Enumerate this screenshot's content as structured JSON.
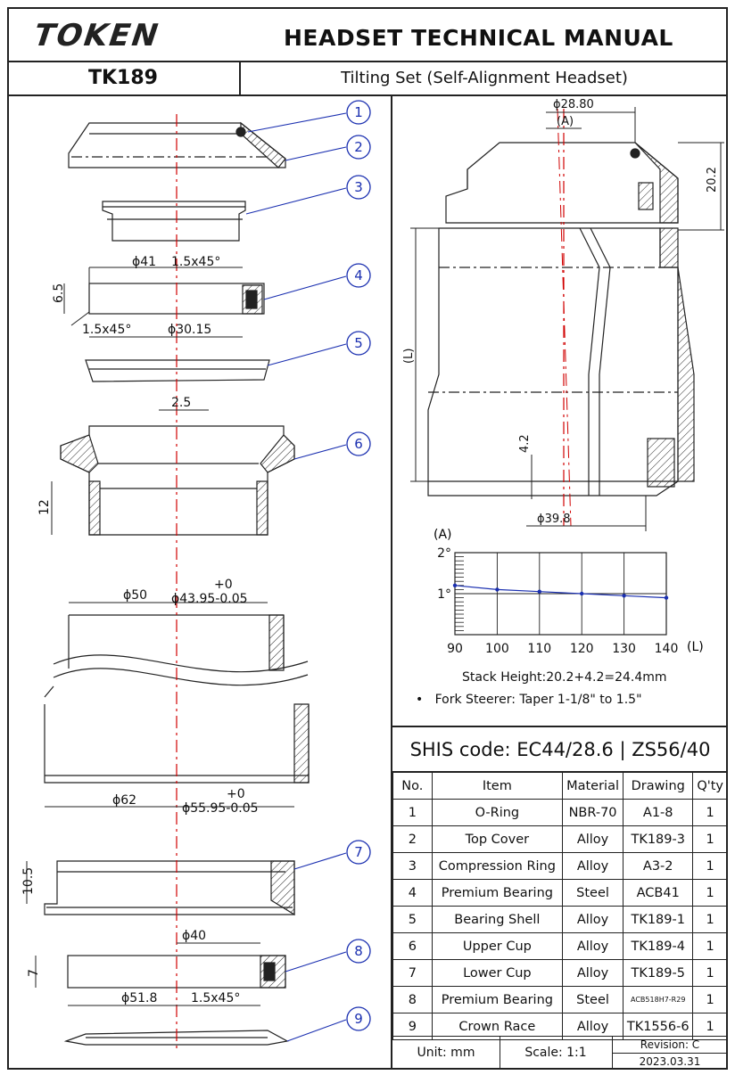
{
  "header": {
    "logo_text": "TOKEN",
    "title": "HEADSET TECHNICAL MANUAL",
    "model": "TK189",
    "description": "Tilting Set (Self-Alignment Headset)"
  },
  "left_drawing": {
    "callouts": [
      "1",
      "2",
      "3",
      "4",
      "5",
      "6",
      "7",
      "8",
      "9"
    ],
    "dims": {
      "d41": "ϕ41",
      "c1545a": "1.5x45°",
      "h65": "6.5",
      "c1545b": "1.5x45°",
      "d3015": "ϕ30.15",
      "w25": "2.5",
      "h12": "12",
      "d50": "ϕ50",
      "tol_top_a": "+0",
      "d4395": "ϕ43.95-0.05",
      "d62": "ϕ62",
      "tol_top_b": "+0",
      "d5595": "ϕ55.95-0.05",
      "h105": "10.5",
      "d40": "ϕ40",
      "h7": "7",
      "d518": "ϕ51.8",
      "c1545c": "1.5x45°"
    }
  },
  "right_drawing": {
    "d2880": "ϕ28.80",
    "a_label": "(A)",
    "h202": "20.2",
    "l_label": "(L)",
    "h42": "4.2",
    "d398": "ϕ39.8"
  },
  "chart_data": {
    "type": "line",
    "title": "",
    "ylabel": "(A)",
    "xlabel": "(L)",
    "x": [
      90,
      100,
      110,
      120,
      130,
      140
    ],
    "y": [
      1.2,
      1.1,
      1.05,
      1.0,
      0.95,
      0.9
    ],
    "xlim": [
      90,
      140
    ],
    "ylim": [
      0,
      2
    ],
    "yticks": [
      "1°",
      "2°"
    ],
    "xticks": [
      "90",
      "100",
      "110",
      "120",
      "130",
      "140"
    ],
    "series_color": "#1a2fb0",
    "grid": true
  },
  "notes": {
    "stack": "Stack Height:20.2+4.2=24.4mm",
    "fork": "Fork Steerer:  Taper 1-1/8\" to 1.5\""
  },
  "shis": "SHIS code: EC44/28.6 | ZS56/40",
  "table": {
    "headers": [
      "No.",
      "Item",
      "Material",
      "Drawing",
      "Q'ty"
    ],
    "rows": [
      [
        "1",
        "O-Ring",
        "NBR-70",
        "A1-8",
        "1"
      ],
      [
        "2",
        "Top Cover",
        "Alloy",
        "TK189-3",
        "1"
      ],
      [
        "3",
        "Compression Ring",
        "Alloy",
        "A3-2",
        "1"
      ],
      [
        "4",
        "Premium Bearing",
        "Steel",
        "ACB41",
        "1"
      ],
      [
        "5",
        "Bearing Shell",
        "Alloy",
        "TK189-1",
        "1"
      ],
      [
        "6",
        "Upper Cup",
        "Alloy",
        "TK189-4",
        "1"
      ],
      [
        "7",
        "Lower Cup",
        "Alloy",
        "TK189-5",
        "1"
      ],
      [
        "8",
        "Premium Bearing",
        "Steel",
        "ACB518H7-R29",
        "1"
      ],
      [
        "9",
        "Crown Race",
        "Alloy",
        "TK1556-6",
        "1"
      ]
    ]
  },
  "footer": {
    "unit": "Unit: mm",
    "scale": "Scale: 1:1",
    "revision": "Revision: C",
    "date": "2023.03.31"
  },
  "colors": {
    "callout": "#1a2fb0",
    "centerline": "#d00000",
    "line": "#222222"
  }
}
